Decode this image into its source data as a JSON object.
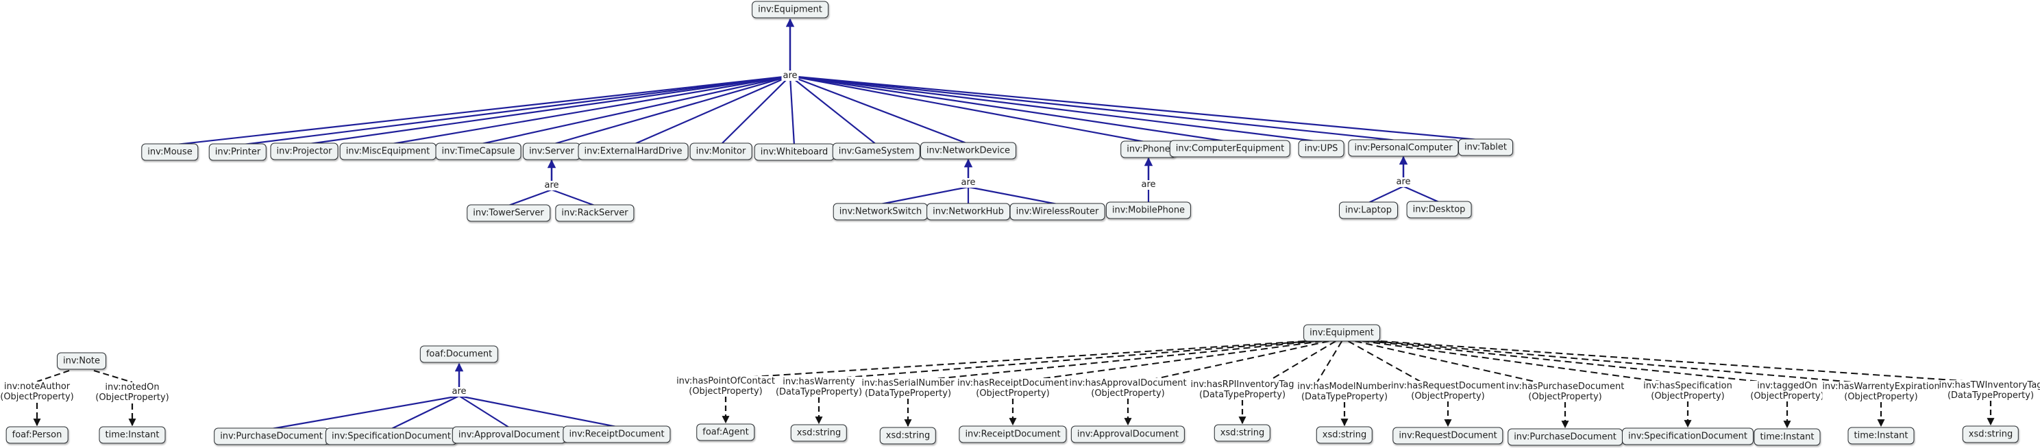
{
  "colors": {
    "hierarchy_edge": "#1f1f9a",
    "property_edge": "#111111",
    "node_fill": "#eef2f2",
    "node_border": "#2b2f33"
  },
  "equipment_hierarchy": {
    "root": "inv:Equipment",
    "connector": "are",
    "children": [
      "inv:Mouse",
      "inv:Printer",
      "inv:Projector",
      "inv:MiscEquipment",
      "inv:TimeCapsule",
      "inv:Server",
      "inv:ExternalHardDrive",
      "inv:Monitor",
      "inv:Whiteboard",
      "inv:GameSystem",
      "inv:NetworkDevice",
      "inv:Phone",
      "inv:ComputerEquipment",
      "inv:UPS",
      "inv:PersonalComputer",
      "inv:Tablet"
    ],
    "server_sub": {
      "connector": "are",
      "children": [
        "inv:TowerServer",
        "inv:RackServer"
      ]
    },
    "network_sub": {
      "connector": "are",
      "children": [
        "inv:NetworkSwitch",
        "inv:NetworkHub",
        "inv:WirelessRouter"
      ]
    },
    "phone_sub": {
      "connector": "are",
      "children": [
        "inv:MobilePhone"
      ]
    },
    "pc_sub": {
      "connector": "are",
      "children": [
        "inv:Laptop",
        "inv:Desktop"
      ]
    }
  },
  "note_props": {
    "subject": "inv:Note",
    "props": [
      {
        "name": "inv:noteAuthor",
        "kind": "(ObjectProperty)",
        "range": "foaf:Person"
      },
      {
        "name": "inv:notedOn",
        "kind": "(ObjectProperty)",
        "range": "time:Instant"
      }
    ]
  },
  "document_hierarchy": {
    "root": "foaf:Document",
    "connector": "are",
    "children": [
      "inv:PurchaseDocument",
      "inv:SpecificationDocument",
      "inv:ApprovalDocument",
      "inv:ReceiptDocument"
    ]
  },
  "equipment_props": {
    "subject": "inv:Equipment",
    "props": [
      {
        "name": "inv:hasPointOfContact",
        "kind": "(ObjectProperty)",
        "range": "foaf:Agent"
      },
      {
        "name": "inv:hasWarrenty",
        "kind": "(DataTypeProperty)",
        "range": "xsd:string"
      },
      {
        "name": "inv:hasSerialNumber",
        "kind": "(DataTypeProperty)",
        "range": "xsd:string"
      },
      {
        "name": "inv:hasReceiptDocument",
        "kind": "(ObjectProperty)",
        "range": "inv:ReceiptDocument"
      },
      {
        "name": "inv:hasApprovalDocument",
        "kind": "(ObjectProperty)",
        "range": "inv:ApprovalDocument"
      },
      {
        "name": "inv:hasRPIInventoryTag",
        "kind": "(DataTypeProperty)",
        "range": "xsd:string"
      },
      {
        "name": "inv:hasModelNumber",
        "kind": "(DataTypeProperty)",
        "range": "xsd:string"
      },
      {
        "name": "inv:hasRequestDocument",
        "kind": "(ObjectProperty)",
        "range": "inv:RequestDocument"
      },
      {
        "name": "inv:hasPurchaseDocument",
        "kind": "(ObjectProperty)",
        "range": "inv:PurchaseDocument"
      },
      {
        "name": "inv:hasSpecification",
        "kind": "(ObjectProperty)",
        "range": "inv:SpecificationDocument"
      },
      {
        "name": "inv:taggedOn",
        "kind": "(ObjectProperty)",
        "range": "time:Instant"
      },
      {
        "name": "inv:hasWarrentyExpiration",
        "kind": "(ObjectProperty)",
        "range": "time:Instant"
      },
      {
        "name": "inv:hasTWInventoryTag",
        "kind": "(DataTypeProperty)",
        "range": "xsd:string"
      }
    ]
  }
}
